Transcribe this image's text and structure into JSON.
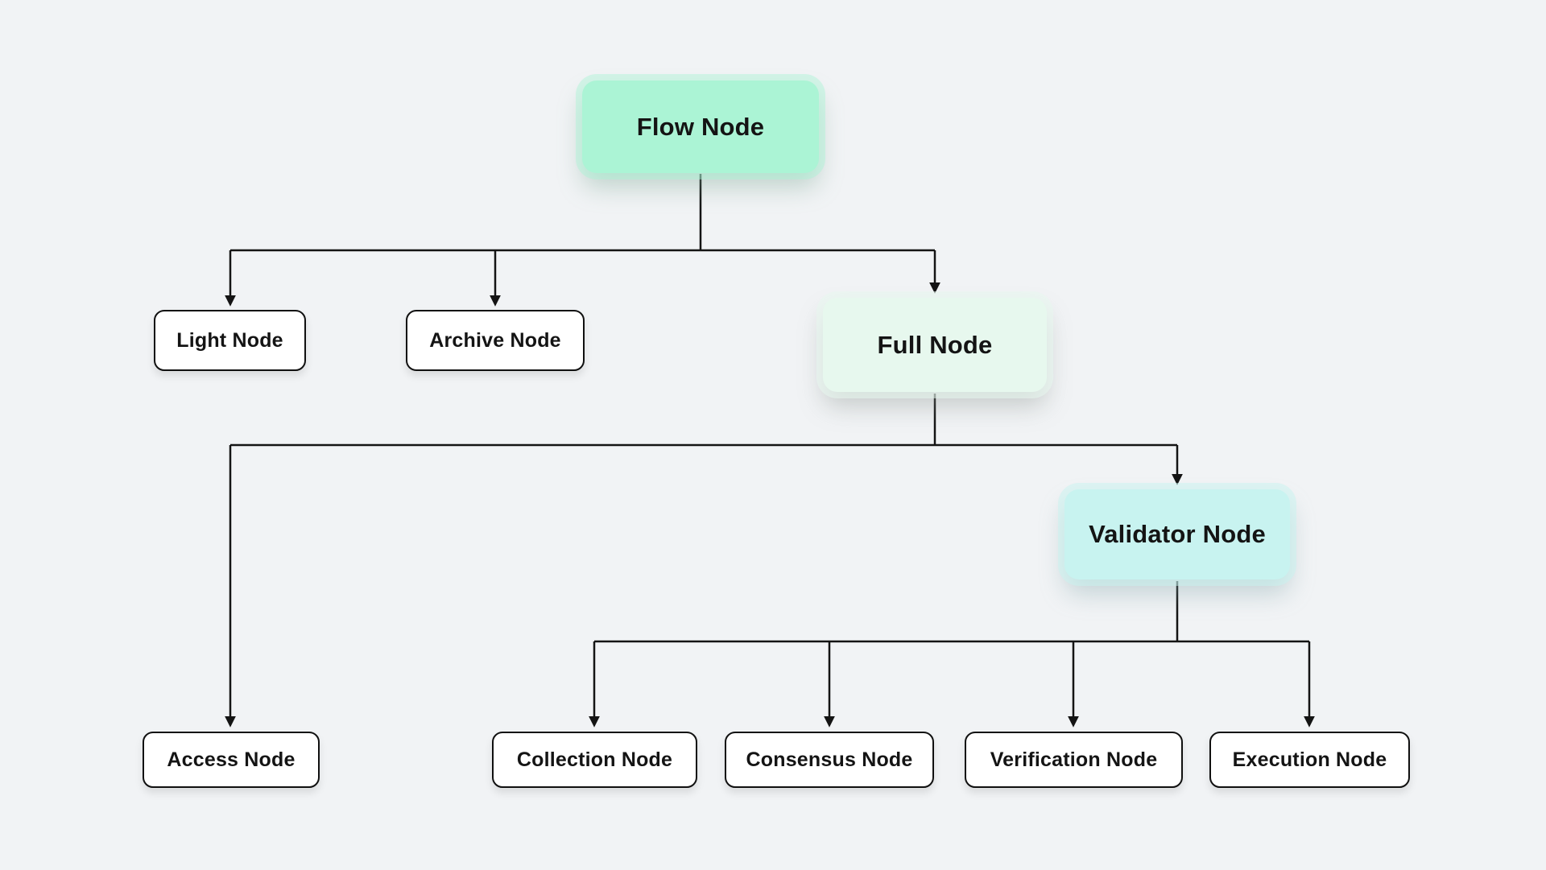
{
  "diagram": {
    "background_color": "#f1f3f5",
    "connector_color": "#141414",
    "nodes": {
      "flow": {
        "label": "Flow Node",
        "fill": "#abf4d5",
        "emphasis": "primary"
      },
      "light": {
        "label": "Light Node",
        "fill": "#ffffff",
        "emphasis": "none"
      },
      "archive": {
        "label": "Archive Node",
        "fill": "#ffffff",
        "emphasis": "none"
      },
      "full": {
        "label": "Full Node",
        "fill": "#e7f8ee",
        "emphasis": "secondary"
      },
      "validator": {
        "label": "Validator Node",
        "fill": "#c8f3f0",
        "emphasis": "secondary"
      },
      "access": {
        "label": "Access Node",
        "fill": "#ffffff",
        "emphasis": "none"
      },
      "collection": {
        "label": "Collection Node",
        "fill": "#ffffff",
        "emphasis": "none"
      },
      "consensus": {
        "label": "Consensus Node",
        "fill": "#ffffff",
        "emphasis": "none"
      },
      "verification": {
        "label": "Verification Node",
        "fill": "#ffffff",
        "emphasis": "none"
      },
      "execution": {
        "label": "Execution Node",
        "fill": "#ffffff",
        "emphasis": "none"
      }
    },
    "edges": [
      {
        "from": "Flow Node",
        "to": "Light Node"
      },
      {
        "from": "Flow Node",
        "to": "Archive Node"
      },
      {
        "from": "Flow Node",
        "to": "Full Node"
      },
      {
        "from": "Full Node",
        "to": "Access Node"
      },
      {
        "from": "Full Node",
        "to": "Validator Node"
      },
      {
        "from": "Validator Node",
        "to": "Collection Node"
      },
      {
        "from": "Validator Node",
        "to": "Consensus Node"
      },
      {
        "from": "Validator Node",
        "to": "Verification Node"
      },
      {
        "from": "Validator Node",
        "to": "Execution Node"
      }
    ]
  }
}
